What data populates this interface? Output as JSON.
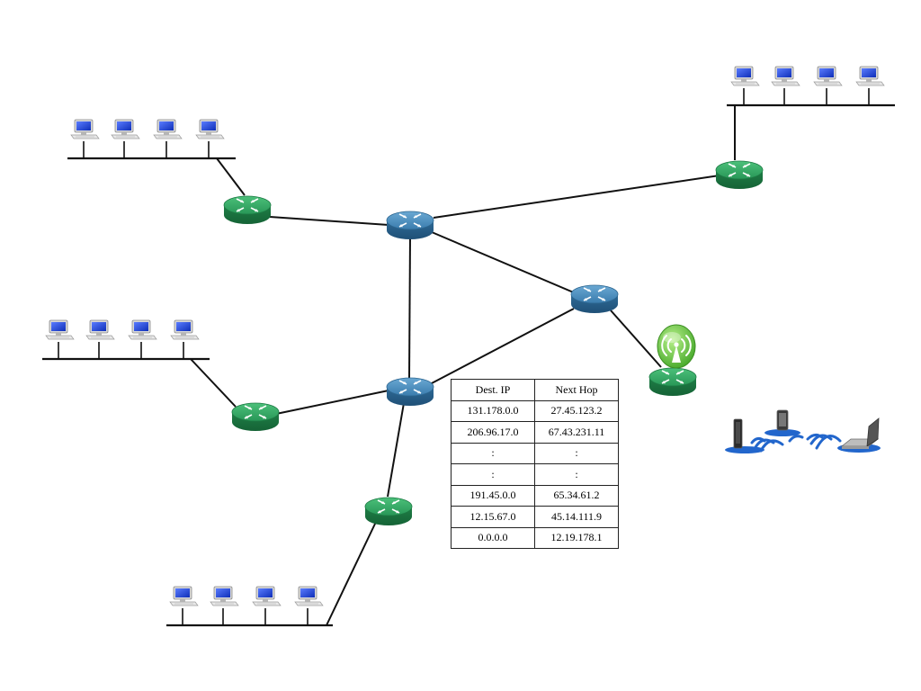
{
  "routing_table": {
    "headers": [
      "Dest. IP",
      "Next Hop"
    ],
    "rows": [
      [
        "131.178.0.0",
        "27.45.123.2"
      ],
      [
        "206.96.17.0",
        "67.43.231.11"
      ],
      [
        ":",
        ":"
      ],
      [
        ":",
        ":"
      ],
      [
        "191.45.0.0",
        "65.34.61.2"
      ],
      [
        "12.15.67.0",
        "45.14.111.9"
      ],
      [
        "0.0.0.0",
        "12.19.178.1"
      ]
    ]
  },
  "colors": {
    "core_router": "#3d7fad",
    "edge_router": "#2a9a5a",
    "wireless_badge": "#5fbf3a",
    "lan_bus": "#111111",
    "computer_screen": "#1a3fd1",
    "wifi_wave": "#2266cc"
  },
  "icons": {
    "router": "router-icon",
    "computer": "desktop-computer-icon",
    "antenna": "wireless-antenna-icon",
    "mobile_devices": "wireless-devices-icon"
  }
}
